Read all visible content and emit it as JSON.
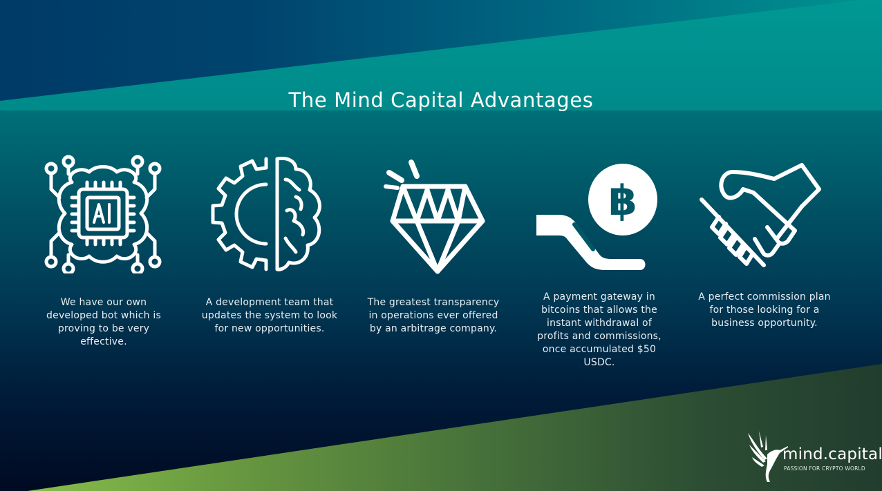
{
  "slide": {
    "title": "The Mind Capital Advantages",
    "colors": {
      "navy": "#003a66",
      "teal": "#008a8a",
      "dark": "#000a22",
      "green": "#8cc34d",
      "text": "#ffffff"
    }
  },
  "advantages": [
    {
      "icon": "ai-chip-brain-icon",
      "text": "We have our own developed bot which is proving to be very effective."
    },
    {
      "icon": "gear-brain-icon",
      "text": "A development team that updates the system to look for new opportunities."
    },
    {
      "icon": "diamond-icon",
      "text": "The greatest transparency in operations ever offered by an arbitrage company."
    },
    {
      "icon": "hand-bitcoin-icon",
      "text": "A payment gateway in bitcoins that allows the instant withdrawal of profits and commissions, once accumulated $50 USDC."
    },
    {
      "icon": "handshake-icon",
      "text": "A perfect commission plan for those looking for a business opportunity."
    }
  ],
  "logo": {
    "name": "mind.capital",
    "tagline": "PASSION FOR CRYPTO WORLD",
    "icon": "hummingbird-icon"
  }
}
